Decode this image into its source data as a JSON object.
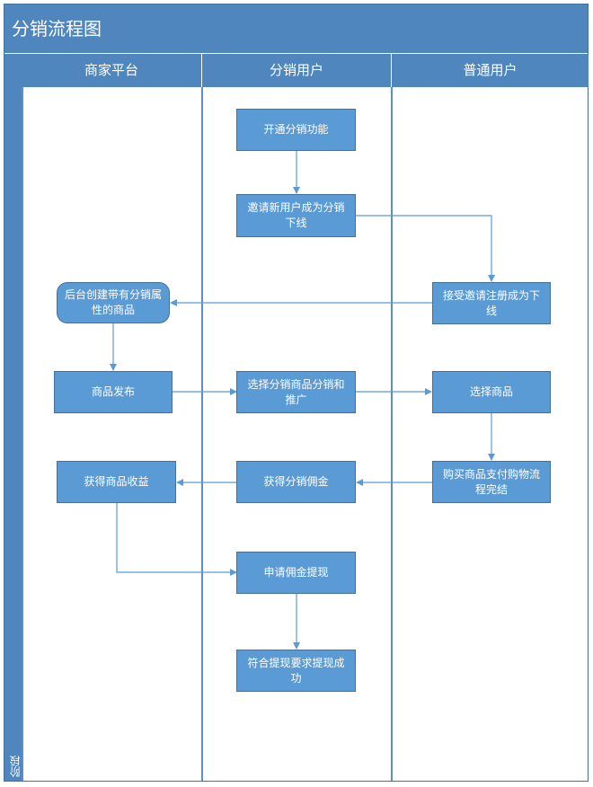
{
  "diagram": {
    "title": "分销流程图",
    "stage_label": "阶段",
    "lanes": [
      {
        "id": "merchant",
        "label": "商家平台"
      },
      {
        "id": "distributor",
        "label": "分销用户"
      },
      {
        "id": "user",
        "label": "普通用户"
      }
    ],
    "nodes": {
      "open_distribution": "开通分销功能",
      "invite_new_user": "邀请新用户成为分销下线",
      "accept_invite": "接受邀请注册成为下线",
      "create_product": "后台创建带有分销属性的商品",
      "publish_product": "商品发布",
      "select_promote": "选择分销商品分销和推广",
      "select_product": "选择商品",
      "purchase_pay": "购买商品支付购物流程完结",
      "get_commission": "获得分销佣金",
      "get_revenue": "获得商品收益",
      "apply_withdraw": "申请佣金提现",
      "withdraw_success": "符合提现要求提现成功"
    }
  },
  "colors": {
    "header": "#4F86BE",
    "node_fill": "#5B9BD5",
    "node_border": "#41719C",
    "connector": "#5B9BD5"
  }
}
